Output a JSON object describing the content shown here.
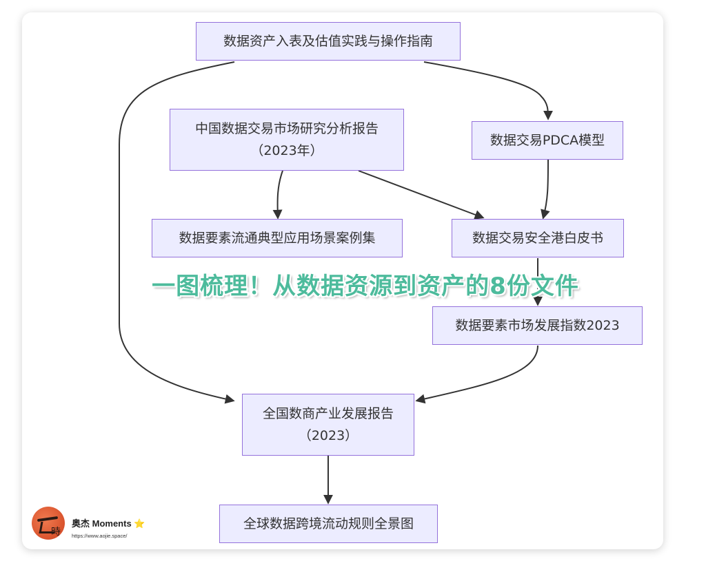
{
  "nodes": {
    "n1": "数据资产入表及估值实践与操作指南",
    "n2": "中国数据交易市场研究分析报告\n（2023年）",
    "n3": "数据交易PDCA模型",
    "n4": "数据要素流通典型应用场景案例集",
    "n5": "数据交易安全港白皮书",
    "n6": "数据要素市场发展指数2023",
    "n7": "全国数商产业发展报告\n（2023）",
    "n8": "全球数据跨境流动规则全景图"
  },
  "overlay_title": "一图梳理！从数据资源到资产的8份文件",
  "watermark": {
    "name": "奥杰 Moments",
    "star": "⭐",
    "url": "https://www.aojie.space/",
    "avatar_glyph": "時"
  },
  "colors": {
    "node_fill": "#ECECFF",
    "node_border": "#9370DB",
    "edge": "#333333",
    "title": "#4DBB9C"
  }
}
